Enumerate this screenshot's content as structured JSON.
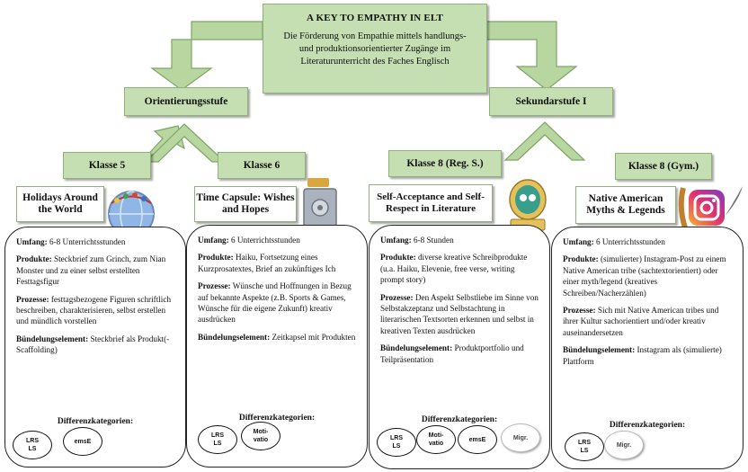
{
  "title": {
    "heading": "A KEY TO EMPATHY IN ELT",
    "subtitle": "Die Förderung von Empathie mittels handlungs- und produktionsorientierter Zugänge im Literaturunterricht des Faches Englisch"
  },
  "stages": {
    "left": "Orientierungsstufe",
    "right": "Sekundarstufe I"
  },
  "classes": [
    "Klasse 5",
    "Klasse 6",
    "Klasse 8 (Reg. S.)",
    "Klasse 8 (Gym.)"
  ],
  "topics": [
    {
      "title": "Holidays Around the World",
      "icon": "globe-icon"
    },
    {
      "title": "Time Capsule: Wishes and Hopes",
      "icon": "safe-icon"
    },
    {
      "title": "Self-Acceptance and Self-Respect in Literature",
      "icon": "mirror-icon"
    },
    {
      "title": "Native American Myths & Legends",
      "icon": "instagram-feather-icon"
    }
  ],
  "cards": [
    {
      "umfang_label": "Umfang:",
      "umfang": " 6-8 Unterrichtsstunden",
      "produkte_label": "Produkte:",
      "produkte": " Steckbrief zum Grinch, zum Nian Monster und zu einer selbst erstellten Festtagsfigur",
      "prozesse_label": "Prozesse:",
      "prozesse": " festtagsbezogene Figuren schriftlich beschreiben, charakterisieren, selbst erstellen und mündlich vorstellen",
      "buendel_label": "Bündelungselement:",
      "buendel": " Steckbrief als Produkt(-Scaffolding)",
      "diff_label": "Differenzkategorien:",
      "circles": [
        "LRS\nLS",
        "emsE"
      ]
    },
    {
      "umfang_label": "Umfang:",
      "umfang": " 6 Unterrichtsstunden",
      "produkte_label": "Produkte:",
      "produkte": " Haiku, Fortsetzung eines Kurzprosatextes, Brief an zukünftiges Ich",
      "prozesse_label": "Prozesse:",
      "prozesse": " Wünsche und Hoffnungen in Bezug auf bekannte Aspekte (z.B. Sports & Games, Wünsche für die eigene Zukunft) kreativ ausdrücken",
      "buendel_label": "Bündelungselement:",
      "buendel": " Zeitkapsel mit Produkten",
      "diff_label": "Differenzkategorien:",
      "circles": [
        "LRS\nLS",
        "Moti-\nvatio"
      ]
    },
    {
      "umfang_label": "Umfang:",
      "umfang": " 6-8 Stunden",
      "produkte_label": "Produkte:",
      "produkte": " diverse kreative Schreibprodukte (u.a. Haiku, Elevenie, free verse, writing prompt story)",
      "prozesse_label": "Prozesse:",
      "prozesse": " Den Aspekt Selbstliebe im Sinne von Selbstakzeptanz und Selbstachtung in literarischen Textsorten erkennen und selbst in kreativen Texten ausdrücken",
      "buendel_label": "Bündelungselement:",
      "buendel": " Produktportfolio und Teilpräsentation",
      "diff_label": "Differenzkategorien:",
      "circles": [
        "LRS\nLS",
        "Moti-\nvatio",
        "emsE",
        "Migr."
      ]
    },
    {
      "umfang_label": "Umfang:",
      "umfang": " 6 Unterrichtsstunden",
      "produkte_label": "Produkte:",
      "produkte": " (simulierter) Instagram-Post zu einem Native American tribe (sachtextorientiert) oder einer myth/legend (kreatives Schreiben/Nacherzählen)",
      "prozesse_label": "Prozesse:",
      "prozesse": " Sich mit Native American tribes und ihrer Kultur sachorientiert und/oder kreativ auseinandersetzen",
      "buendel_label": "Bündelungselement:",
      "buendel": " Instagram als (simulierte) Plattform",
      "diff_label": "Differenzkategorien:",
      "circles": [
        "LRS\nLS",
        "Migr."
      ]
    }
  ],
  "colors": {
    "green_fill": "#c5deb2",
    "green_border": "#7ea565",
    "arrow_fill": "#b8d7a0"
  }
}
